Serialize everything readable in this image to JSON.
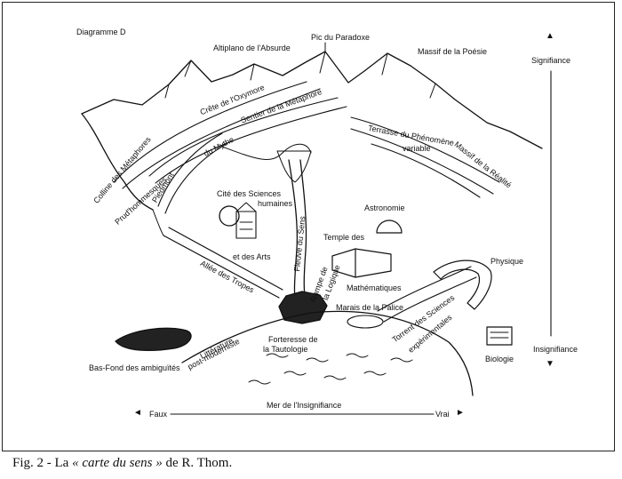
{
  "diagram": {
    "title": "Diagramme D",
    "axis_up": "Signifiance",
    "axis_down": "Insignifiance",
    "axis_left": "Faux",
    "axis_right": "Vrai",
    "up_arrow": "▲",
    "down_arrow": "▼",
    "left_arrow": "◄",
    "right_arrow": "►",
    "places": {
      "altiplano": "Altiplano de l'Absurde",
      "pic": "Pic du Paradoxe",
      "massif_poesie": "Massif de la Poésie",
      "crete": "Crête de l'Oxymore",
      "sentier": "Sentier de la Métaphore",
      "terrasse_1": "Terrasse du Phénomène",
      "terrasse_2": "variable",
      "massif_realite": "Massif de la Réalité",
      "colline": "Colline des Métaphores",
      "prudhommesques": "Prud'hommesques",
      "piedmont": "Piedmont",
      "mythe": "du Mythe",
      "cite_1": "Cité des Sciences",
      "cite_2": "humaines",
      "cite_3": "et des Arts",
      "astronomie": "Astronomie",
      "temple": "Temple des",
      "physique": "Physique",
      "allee": "Allée des Tropes",
      "fleuve": "Fleuve du Sens",
      "rampe_1": "Rampe de",
      "rampe_2": "la Logique",
      "mathematiques": "Mathématiques",
      "marais": "Marais de la Palice",
      "torrent_1": "Torrent des Sciences",
      "torrent_2": "expérimentales",
      "litterature_1": "Littérature",
      "litterature_2": "post-moderniste",
      "forteresse_1": "Forteresse de",
      "forteresse_2": "la Tautologie",
      "bas_fond": "Bas-Fond des ambiguïtés",
      "biologie": "Biologie",
      "mer": "Mer de l'Insignifiance"
    }
  },
  "caption": {
    "prefix": "Fig. 2 - La ",
    "title": "« carte du sens »",
    "suffix": " de R. Thom."
  }
}
